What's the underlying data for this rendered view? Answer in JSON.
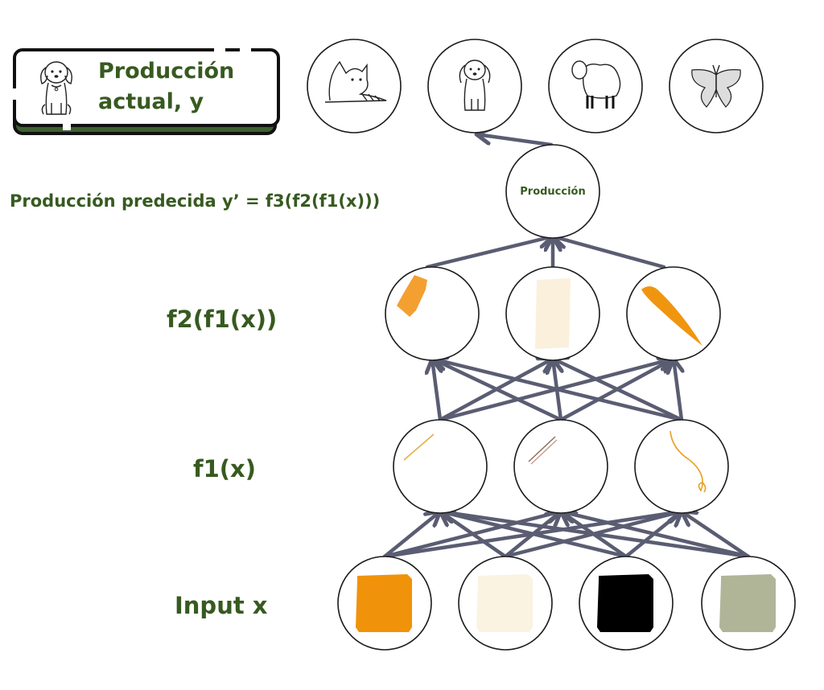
{
  "actual_output_card": {
    "title_line1": "Producción",
    "title_line2": "actual, y",
    "icon": "dog-icon"
  },
  "formula_label": "Producción predecida y’ = f3(f2(f1(x)))",
  "layer_labels": {
    "f2": "f2(f1(x))",
    "f1": "f1(x)",
    "input": "Input x"
  },
  "output_node": {
    "label": "Producción"
  },
  "class_nodes": [
    {
      "name": "cat",
      "icon": "cat-icon"
    },
    {
      "name": "dog",
      "icon": "dog-icon"
    },
    {
      "name": "sheep",
      "icon": "sheep-icon"
    },
    {
      "name": "butterfly",
      "icon": "butterfly-icon"
    }
  ],
  "input_nodes": [
    {
      "name": "orange",
      "color": "#f0930a"
    },
    {
      "name": "cream",
      "color": "#faf3e2"
    },
    {
      "name": "black",
      "color": "#000000"
    },
    {
      "name": "sage",
      "color": "#b1b598"
    }
  ],
  "f1_nodes": [
    {
      "name": "straight-line",
      "color": "#e2b04a"
    },
    {
      "name": "double-line",
      "color": "#8a6a5a"
    },
    {
      "name": "curve",
      "color": "#e8a020"
    }
  ],
  "f2_nodes": [
    {
      "name": "orange-patch",
      "color": "#f3a030"
    },
    {
      "name": "cream-patch",
      "color": "#faf0dc"
    },
    {
      "name": "orange-streak",
      "color": "#f0950e"
    }
  ],
  "colors": {
    "text_green": "#375a20",
    "edge": "#5a5d72",
    "node_stroke": "#1a1a1a"
  }
}
